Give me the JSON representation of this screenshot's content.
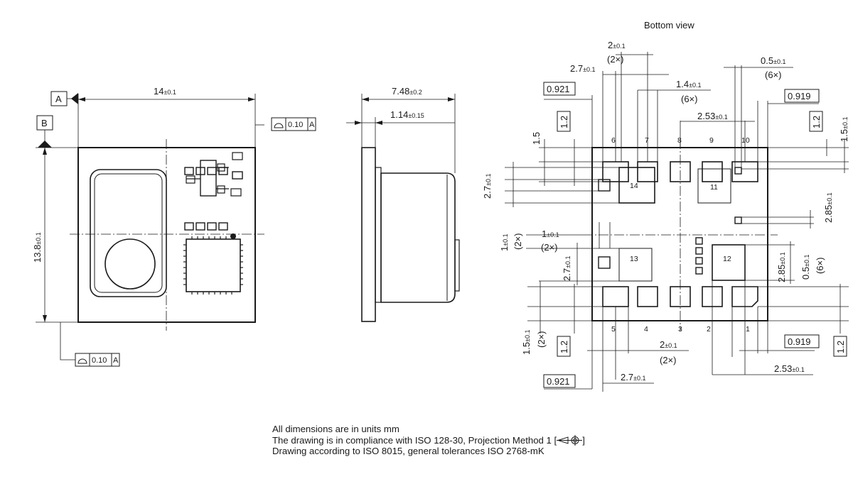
{
  "views": {
    "bottom_view_title": "Bottom view"
  },
  "datums": {
    "a": "A",
    "b": "B"
  },
  "tolerance_frames": {
    "profile_value": "0.10",
    "profile_datum": "A"
  },
  "front_view": {
    "width": {
      "nominal": "14",
      "tol": "±0.1"
    },
    "height": {
      "nominal": "13.8",
      "tol": "±0.1"
    }
  },
  "side_view": {
    "depth": {
      "nominal": "7.48",
      "tol": "±0.2"
    },
    "pcb": {
      "nominal": "1.14",
      "tol": "±0.15"
    }
  },
  "bottom_view": {
    "pins": {
      "p1": "1",
      "p2": "2",
      "p3": "3",
      "p4": "4",
      "p5": "5",
      "p6": "6",
      "p7": "7",
      "p8": "8",
      "p9": "9",
      "p10": "10",
      "p11": "11",
      "p12": "12",
      "p13": "13",
      "p14": "14"
    },
    "boxes": {
      "b0921": "0.921",
      "b0919": "0.919",
      "b12": "1.2"
    },
    "dims": {
      "d2": "2",
      "d27": "2.7",
      "d14": "1.4",
      "d05": "0.5",
      "d253": "2.53",
      "d15": "1.5",
      "d285": "2.85",
      "d1": "1",
      "tol01": "±0.1",
      "mult2": "(2×)",
      "mult6": "(6×)"
    }
  },
  "notes": {
    "line1": "All dimensions are in units mm",
    "line2": "The drawing is in compliance with ISO 128-30, Projection Method 1 [",
    "line2_end": "]",
    "line3": "Drawing according to ISO 8015, general tolerances ISO 2768-mK"
  }
}
